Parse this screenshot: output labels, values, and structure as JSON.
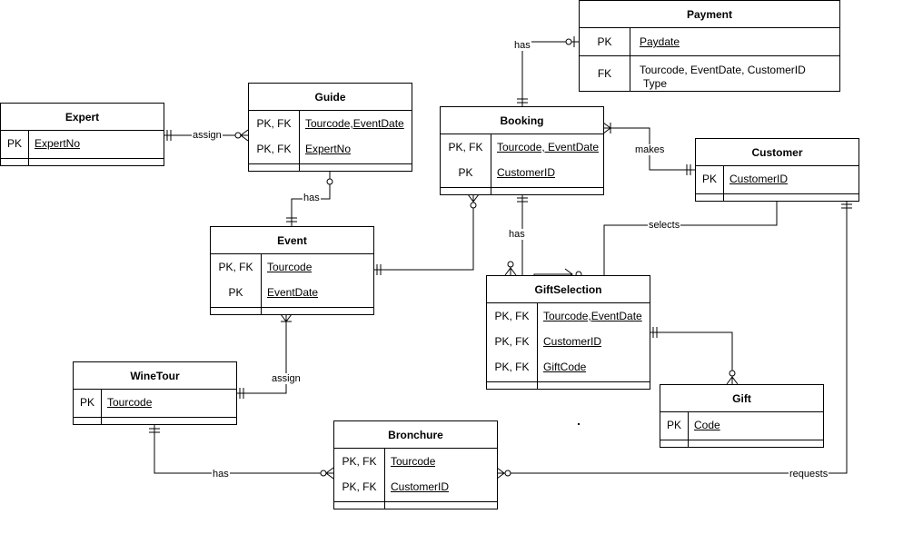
{
  "entities": {
    "payment": {
      "title": "Payment",
      "rows": [
        {
          "key": "PK",
          "attr": "Paydate"
        },
        {
          "key": "FK",
          "attr": "Tourcode, EventDate, CustomerID",
          "attr2": "Type"
        }
      ]
    },
    "expert": {
      "title": "Expert",
      "rows": [
        {
          "key": "PK",
          "attr": "ExpertNo"
        }
      ]
    },
    "guide": {
      "title": "Guide",
      "rows": [
        {
          "key": "PK, FK",
          "attr": "Tourcode,EventDate"
        },
        {
          "key": "PK, FK",
          "attr": "ExpertNo"
        }
      ]
    },
    "booking": {
      "title": "Booking",
      "rows": [
        {
          "key": "PK, FK",
          "attr": "Tourcode, EventDate"
        },
        {
          "key": "PK",
          "attr": "CustomerID"
        }
      ]
    },
    "customer": {
      "title": "Customer",
      "rows": [
        {
          "key": "PK",
          "attr": "CustomerID"
        }
      ]
    },
    "event": {
      "title": "Event",
      "rows": [
        {
          "key": "PK, FK",
          "attr": "Tourcode"
        },
        {
          "key": "PK",
          "attr": "EventDate"
        }
      ]
    },
    "giftselection": {
      "title": "GiftSelection",
      "rows": [
        {
          "key": "PK, FK",
          "attr": "Tourcode,EventDate"
        },
        {
          "key": "PK, FK",
          "attr": "CustomerID"
        },
        {
          "key": "PK, FK",
          "attr": "GiftCode"
        }
      ]
    },
    "winetour": {
      "title": "WineTour",
      "rows": [
        {
          "key": "PK",
          "attr": "Tourcode"
        }
      ]
    },
    "gift": {
      "title": "Gift",
      "rows": [
        {
          "key": "PK",
          "attr": "Code"
        }
      ]
    },
    "bronchure": {
      "title": "Bronchure",
      "rows": [
        {
          "key": "PK, FK",
          "attr": "Tourcode"
        },
        {
          "key": "PK, FK",
          "attr": "CustomerID"
        }
      ]
    }
  },
  "relationships": {
    "payment_booking": {
      "label": "has"
    },
    "expert_guide": {
      "label": "assign"
    },
    "guide_event": {
      "label": "has"
    },
    "booking_customer": {
      "label": "makes"
    },
    "booking_giftselection": {
      "label": "has"
    },
    "customer_giftselection": {
      "label": "selects"
    },
    "winetour_event": {
      "label": "assign"
    },
    "winetour_bronchure": {
      "label": "has"
    },
    "customer_bronchure": {
      "label": "requests"
    }
  }
}
